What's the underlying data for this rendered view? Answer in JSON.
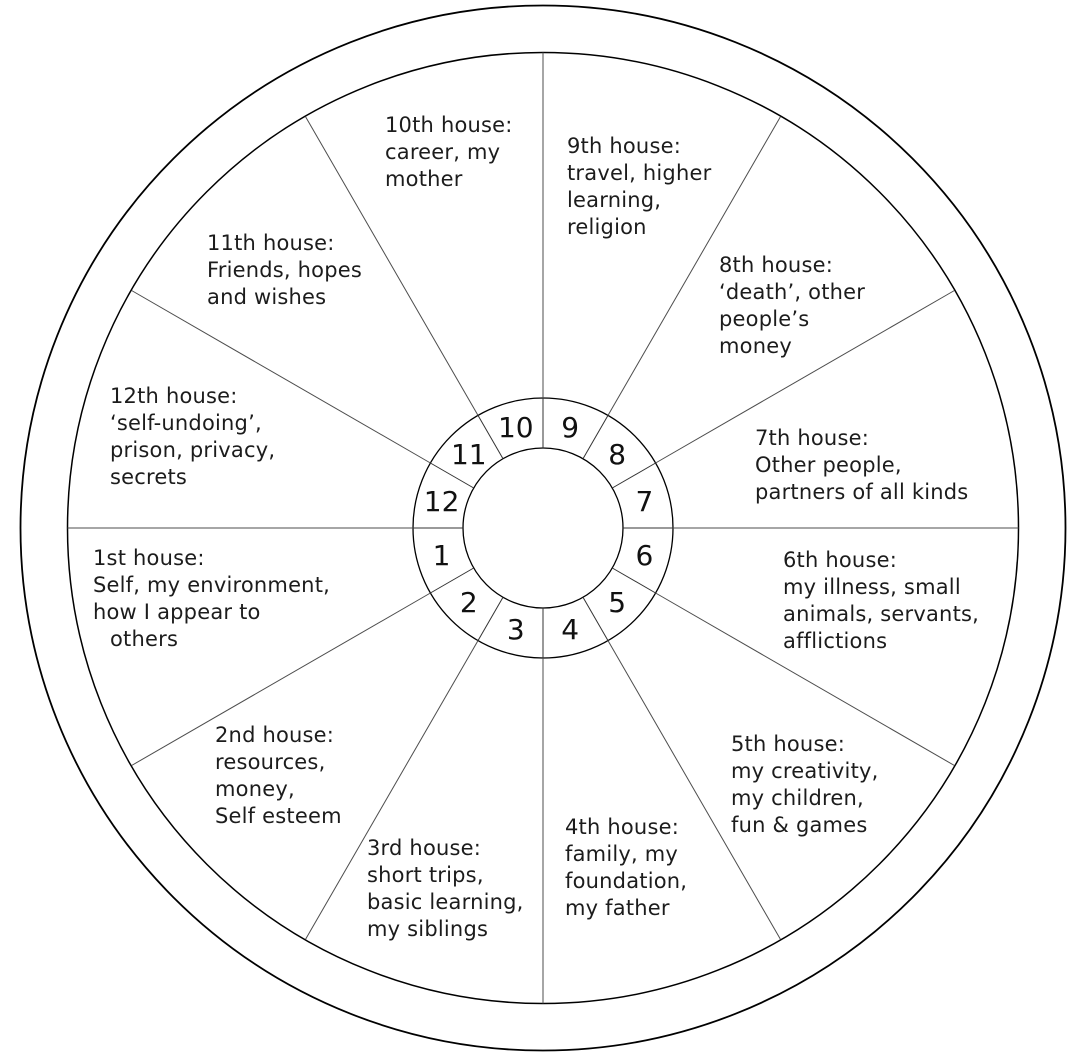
{
  "diagram": {
    "type": "astrological-houses-wheel",
    "colors": {
      "background": "#ffffff",
      "circle_line": "#000000",
      "spoke_line": "#4d4d4d",
      "text": "#1c1c1c"
    }
  },
  "houses": [
    {
      "number": "1",
      "lines": [
        "1st house:",
        "Self, my environment,",
        "how I appear to",
        "others"
      ]
    },
    {
      "number": "2",
      "lines": [
        "2nd house:",
        "resources,",
        "money,",
        "Self esteem"
      ]
    },
    {
      "number": "3",
      "lines": [
        "3rd house:",
        "short trips,",
        "basic learning,",
        "my siblings"
      ]
    },
    {
      "number": "4",
      "lines": [
        "4th house:",
        "family, my",
        "foundation,",
        "my father"
      ]
    },
    {
      "number": "5",
      "lines": [
        "5th house:",
        "my creativity,",
        "my children,",
        "fun & games"
      ]
    },
    {
      "number": "6",
      "lines": [
        "6th house:",
        "my illness, small",
        "animals, servants,",
        "afflictions"
      ]
    },
    {
      "number": "7",
      "lines": [
        "7th house:",
        "Other people,",
        "partners of all kinds"
      ]
    },
    {
      "number": "8",
      "lines": [
        "8th house:",
        "‘death’, other",
        "people’s",
        "money"
      ]
    },
    {
      "number": "9",
      "lines": [
        "9th house:",
        "travel, higher",
        "learning,",
        "religion"
      ]
    },
    {
      "number": "10",
      "lines": [
        "10th house:",
        "career, my",
        "mother"
      ]
    },
    {
      "number": "11",
      "lines": [
        "11th house:",
        "Friends, hopes",
        "and wishes"
      ]
    },
    {
      "number": "12",
      "lines": [
        "12th house:",
        "‘self-undoing’,",
        "prison, privacy,",
        "secrets"
      ]
    }
  ]
}
